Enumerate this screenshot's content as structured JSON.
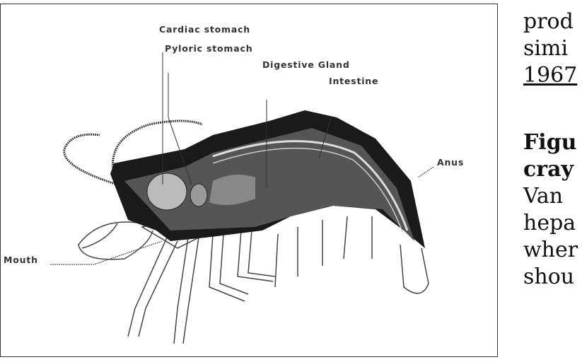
{
  "figure": {
    "labels": {
      "cardiac": "Cardiac stomach",
      "pyloric": "Pyloric stomach",
      "digestive": "Digestive Gland",
      "intestine": "Intestine",
      "anus": "Anus",
      "mouth": "Mouth"
    }
  },
  "body_text": {
    "line1": "prod",
    "line2": "simi",
    "line3_link": "1967",
    "caption_line1": "Figu",
    "caption_line2": "cray",
    "line4": "Van",
    "line5": "hepa",
    "line6": "wher",
    "line7": "shou"
  }
}
